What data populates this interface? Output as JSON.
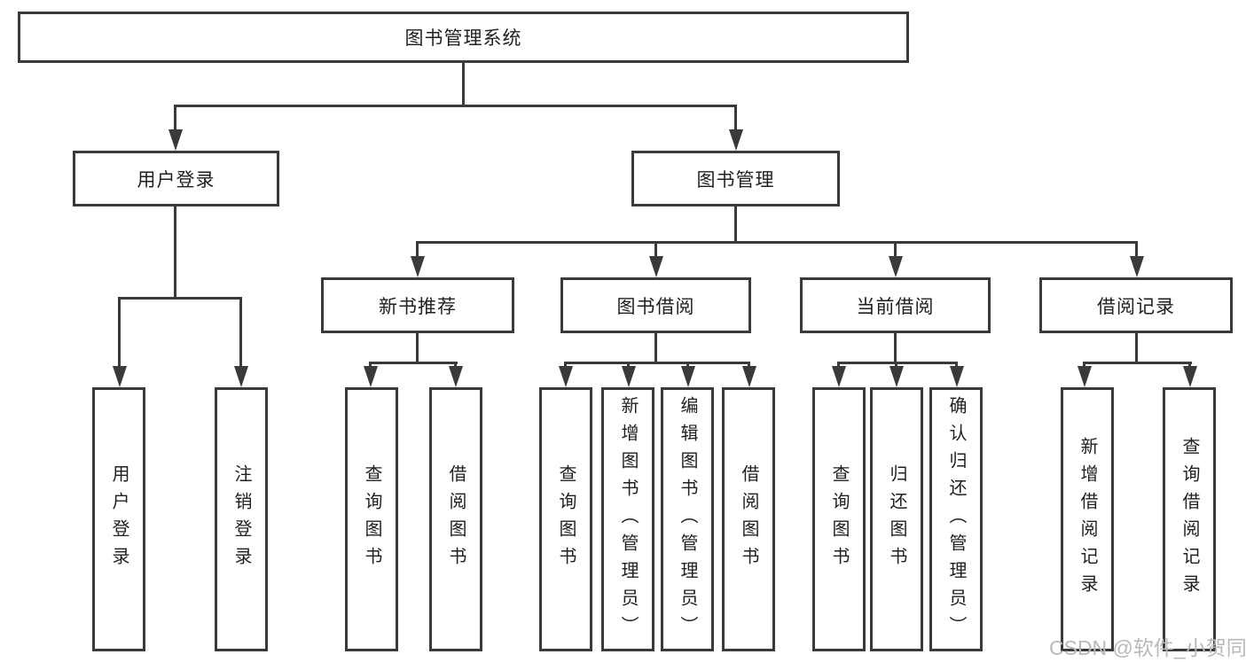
{
  "title": "图书管理系统",
  "colors": {
    "line": "#3a3a3a",
    "text": "#1f1f1f",
    "watermark": "#b9b9b9",
    "background": "#ffffff"
  },
  "root": {
    "label": "图书管理系统"
  },
  "level2": [
    {
      "label": "用户登录"
    },
    {
      "label": "图书管理"
    }
  ],
  "level3": [
    {
      "label": "新书推荐"
    },
    {
      "label": "图书借阅"
    },
    {
      "label": "当前借阅"
    },
    {
      "label": "借阅记录"
    }
  ],
  "groups": [
    {
      "parent": "用户登录",
      "leaves": [
        "用户登录",
        "注销登录"
      ]
    },
    {
      "parent": "新书推荐",
      "leaves": [
        "查询图书",
        "借阅图书"
      ]
    },
    {
      "parent": "图书借阅",
      "leaves": [
        "查询图书",
        "新增图书（管理员）",
        "编辑图书（管理员）",
        "借阅图书"
      ]
    },
    {
      "parent": "当前借阅",
      "leaves": [
        "查询图书",
        "归还图书",
        "确认归还（管理员）"
      ]
    },
    {
      "parent": "借阅记录",
      "leaves": [
        "新增借阅记录",
        "查询借阅记录"
      ]
    }
  ],
  "watermark": "CSDN @软件_小贺同学"
}
